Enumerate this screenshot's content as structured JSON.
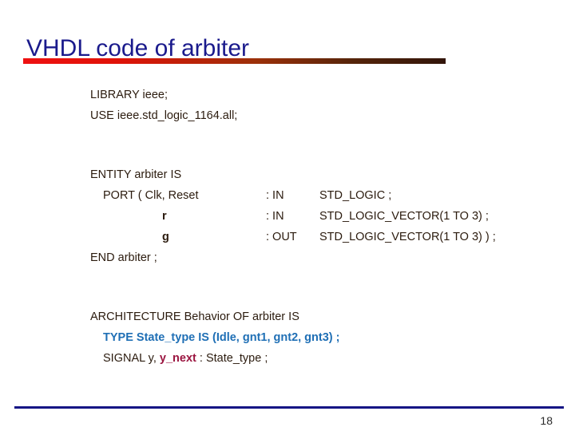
{
  "slide": {
    "title": "VHDL code of arbiter",
    "page_number": "18",
    "colors": {
      "title": "#1a1a8c",
      "body_text": "#2b1b0e",
      "rule_gradient_start": "#ee1111",
      "rule_gradient_end": "#32150a",
      "footer_rule": "#151585",
      "highlight_type": "#1f6fb5",
      "highlight_signal": "#9b1540",
      "background": "#ffffff"
    }
  },
  "code": {
    "library_line": "LIBRARY ieee;",
    "use_line": "USE ieee.std_logic_1164.all;",
    "entity_line": "ENTITY arbiter IS",
    "ports": [
      {
        "name": "PORT ( Clk, Reset",
        "direction": ": IN",
        "type": "STD_LOGIC ;"
      },
      {
        "name": "r",
        "direction": ": IN",
        "type": "STD_LOGIC_VECTOR(1 TO 3) ;"
      },
      {
        "name": "g",
        "direction": ": OUT",
        "type": "STD_LOGIC_VECTOR(1 TO 3) ) ;"
      }
    ],
    "end_entity_line": "END arbiter ;",
    "architecture_line": "ARCHITECTURE Behavior OF arbiter IS",
    "type_line": "TYPE State_type IS (Idle, gnt1, gnt2, gnt3) ;",
    "signal_prefix": "SIGNAL y, ",
    "signal_highlight": "y_next",
    "signal_suffix": " : State_type ;"
  }
}
